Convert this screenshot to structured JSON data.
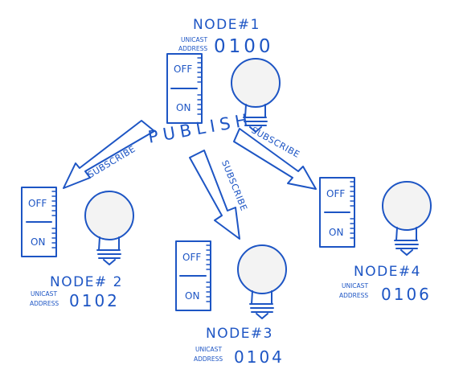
{
  "colors": {
    "ink": "#1d55c4",
    "bulb_fill": "#f3f3f3",
    "background": "#ffffff"
  },
  "actions": {
    "publish": "PUBLISH",
    "subscribe": "SUBSCRIBE"
  },
  "switch_labels": {
    "off": "OFF",
    "on": "ON"
  },
  "address_label_line1": "UNICAST",
  "address_label_line2": "ADDRESS",
  "nodes": [
    {
      "title": "NODE#1",
      "address": "0100",
      "role": "publisher"
    },
    {
      "title": "NODE# 2",
      "address": "0102",
      "role": "subscriber"
    },
    {
      "title": "NODE#3",
      "address": "0104",
      "role": "subscriber"
    },
    {
      "title": "NODE#4",
      "address": "0106",
      "role": "subscriber"
    }
  ]
}
